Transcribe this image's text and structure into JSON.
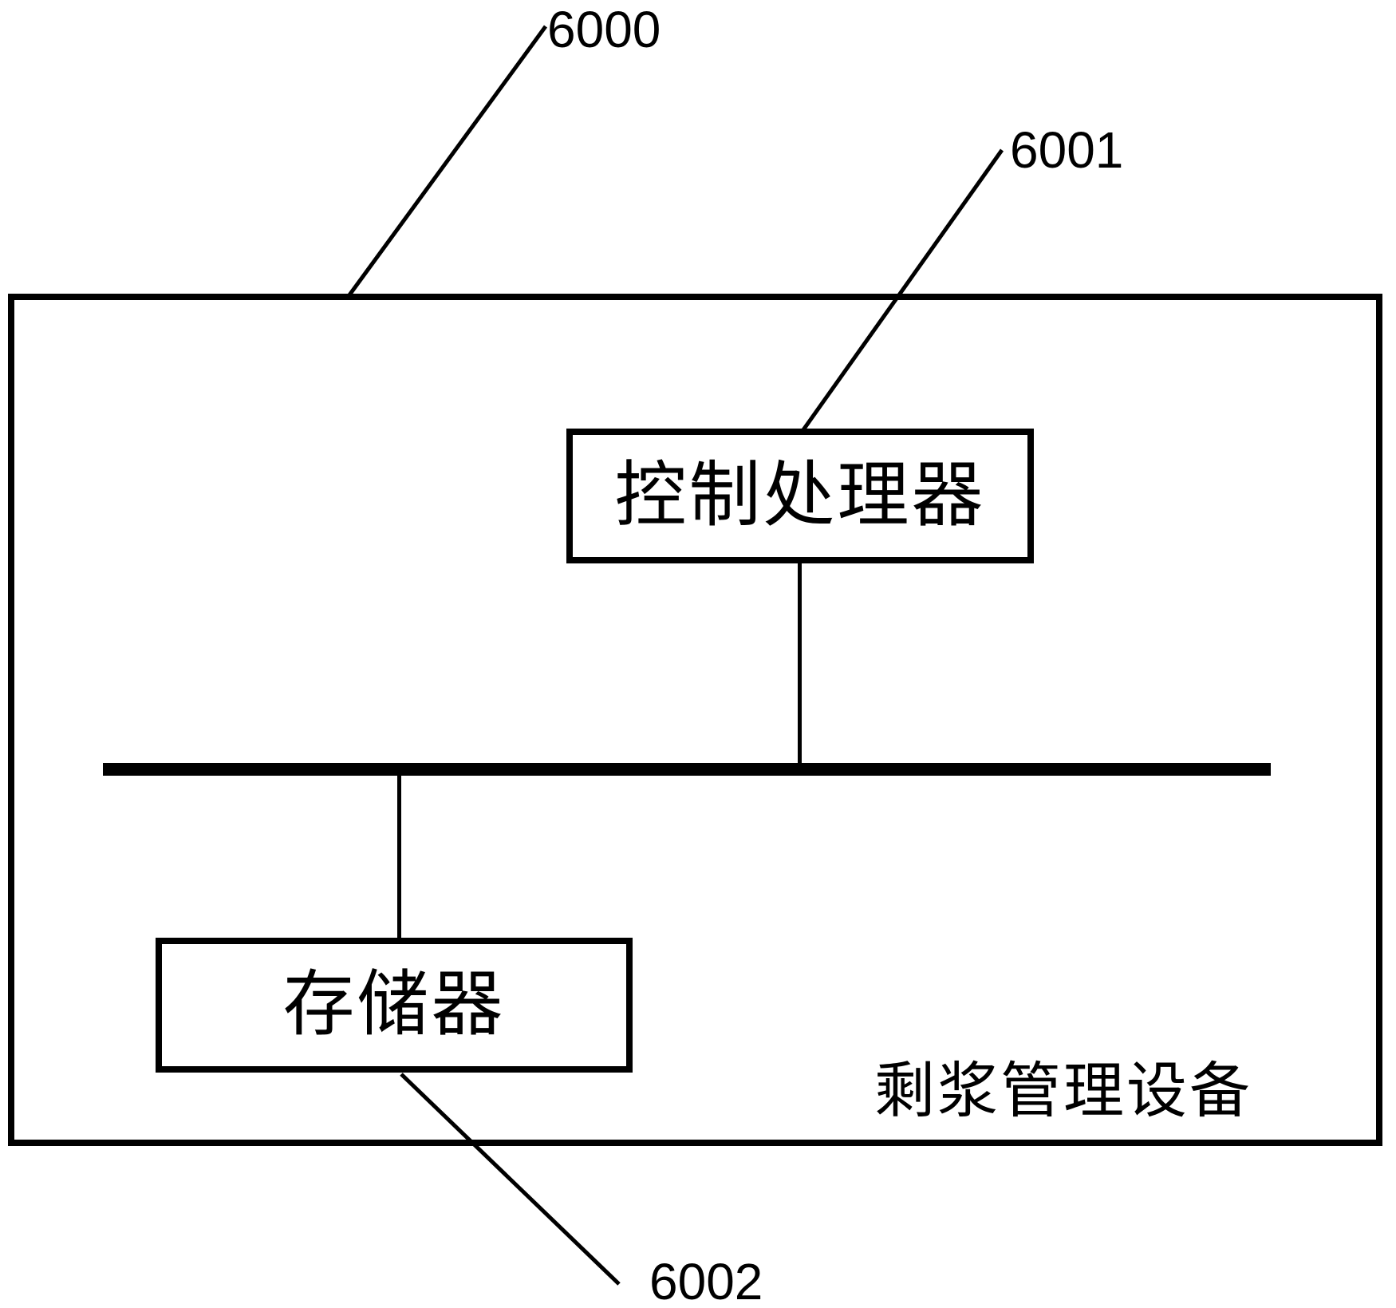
{
  "figure": {
    "device": {
      "ref": "6000",
      "title": "剩浆管理设备"
    },
    "blocks": [
      {
        "id": "processor",
        "label": "控制处理器",
        "ref": "6001"
      },
      {
        "id": "memory",
        "label": "存储器",
        "ref": "6002"
      }
    ],
    "colors": {
      "line": "#000000",
      "background": "#ffffff"
    }
  }
}
